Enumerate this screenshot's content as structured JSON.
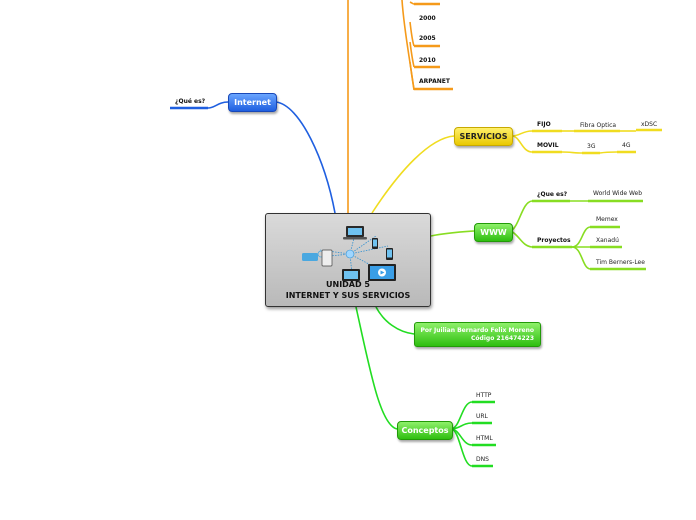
{
  "central": {
    "line1": "UNIDAD 5",
    "line2": "INTERNET Y SUS SERVICIOS",
    "illustration": "network-devices-icon"
  },
  "internet": {
    "label": "Internet",
    "child": "¿Qué es?"
  },
  "history": {
    "items": [
      "2000",
      "2005",
      "2010",
      "ARPANET"
    ]
  },
  "servicios": {
    "label": "SERVICIOS",
    "fijo": {
      "label": "FIJO",
      "children": [
        "Fibra Optica",
        "xDSC"
      ]
    },
    "movil": {
      "label": "MOVIL",
      "children": [
        "3G",
        "4G"
      ]
    }
  },
  "www": {
    "label": "WWW",
    "que_es": {
      "label": "¿Que es?",
      "child": "World Wide Web"
    },
    "proyectos": {
      "label": "Proyectos",
      "children": [
        "Memex",
        "Xanadú",
        "Tim Berners-Lee"
      ]
    }
  },
  "credit": {
    "line1": "Por Juilian Bernardo Felix Moreno",
    "line2": "Código 216474223"
  },
  "conceptos": {
    "label": "Conceptos",
    "children": [
      "HTTP",
      "URL",
      "HTML",
      "DNS"
    ]
  },
  "colors": {
    "blue": "#1f5fe0",
    "orange": "#f59a1a",
    "yellow": "#f0dc20",
    "green": "#22dd22"
  }
}
